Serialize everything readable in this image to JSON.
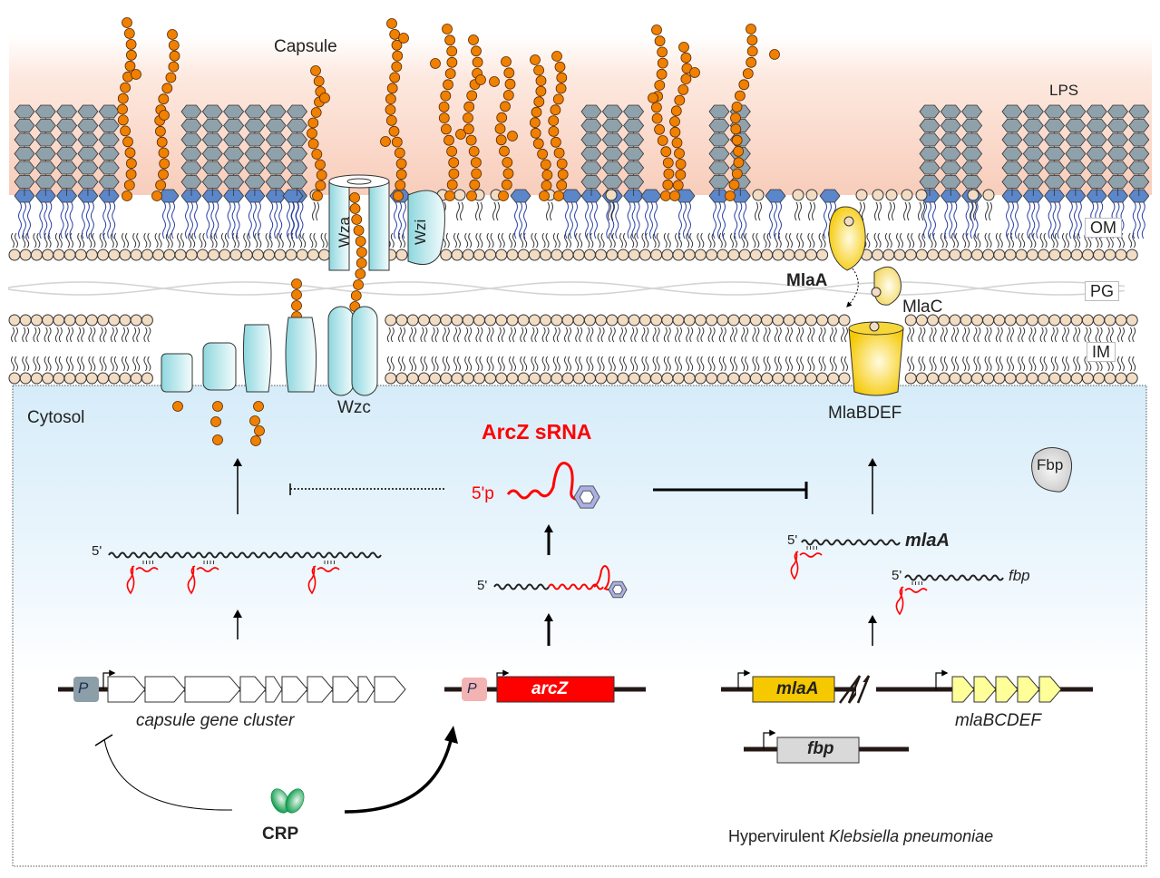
{
  "figure": {
    "organism_caption": {
      "prefix": "Hypervirulent ",
      "species": "Klebsiella pneumoniae"
    },
    "colors": {
      "capsule_bg_top": "#ffffff",
      "capsule_bg_bottom": "#f8cdbb",
      "cytosol_top": "#d6ecf9",
      "cytosol_bottom": "#ffffff",
      "capsule_bead": "#f08000",
      "lps_core": "#8fa1ab",
      "lipid_a": "#5b86c9",
      "lipid_a_tail": "#2a3fa0",
      "phospholipid_head": "#f2dcc4",
      "wzx_protein": "#a9e0e6",
      "mla_yellow": "#f5c800",
      "mlabcdef_gene": "#ffff99",
      "arcz_red": "#ff0000",
      "arcz_promoter": "#f4b3b3",
      "capsule_promoter": "#8c9ea8",
      "fbp_gene": "#d9d9d9",
      "crp_green": "#0a9a4a",
      "hfq_blue": "#aab0e6"
    }
  },
  "membrane": {
    "capsule_label": "Capsule",
    "lps_label": "LPS",
    "om_label": "OM",
    "pg_label": "PG",
    "im_label": "IM",
    "cytosol_label": "Cytosol",
    "proteins": {
      "wza": "Wza",
      "wzi": "Wzi",
      "wzc": "Wzc",
      "mlaa": "MlaA",
      "mlac": "MlaC",
      "mlabdef": "MlaBDEF",
      "fbp_protein": "Fbp"
    }
  },
  "regulation": {
    "arcz_title": "ArcZ sRNA",
    "arcz_mature_5p": "5'p",
    "arcz_precursor_5p": "5'",
    "capsule_mrna_5p": "5'",
    "mlaa_mrna_5p": "5'",
    "mlaa_mrna_label": "mlaA",
    "fbp_mrna_5p": "5'",
    "fbp_mrna_label": "fbp"
  },
  "genes": {
    "capsule_promoter": "P",
    "capsule_cluster_label": "capsule gene cluster",
    "capsule_orf_count": 10,
    "arcz_promoter": "P",
    "arcz_gene": "arcZ",
    "mlaa_gene": "mlaA",
    "mlabcdef_label": "mlaBCDEF",
    "mlabcdef_orf_count": 5,
    "fbp_gene": "fbp"
  },
  "regulator": {
    "crp_label": "CRP"
  }
}
